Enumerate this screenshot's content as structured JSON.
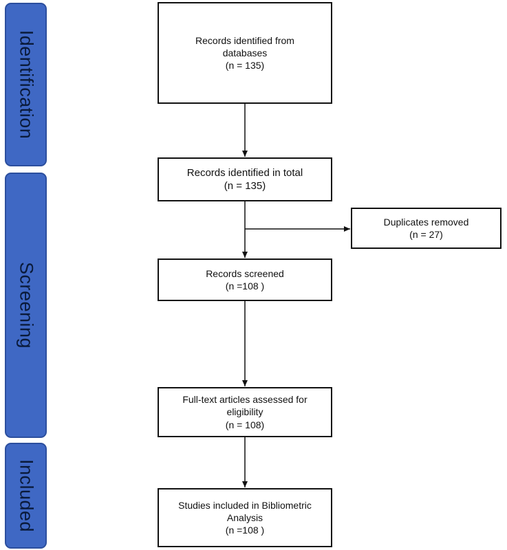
{
  "phases": {
    "identification": "Identification",
    "screening": "Screening",
    "included": "Included"
  },
  "boxes": {
    "records_identified": {
      "line1": "Records identified from",
      "line2": "databases",
      "count": "(n = 135)"
    },
    "records_total": {
      "line1": "Records identified in total",
      "count": "(n = 135)"
    },
    "duplicates_removed": {
      "line1": "Duplicates removed",
      "count": "(n = 27)"
    },
    "records_screened": {
      "line1": "Records screened",
      "count": "(n =108 )"
    },
    "fulltext_assessed": {
      "line1": "Full-text articles assessed for",
      "line2": "eligibility",
      "count": "(n = 108)"
    },
    "studies_included": {
      "line1": "Studies included in Bibliometric",
      "line2": "Analysis",
      "count": "(n =108 )"
    }
  },
  "colors": {
    "phase_fill": "#3f68c4",
    "phase_border": "#2c4f9e",
    "box_border": "#111111",
    "arrow": "#111111"
  }
}
